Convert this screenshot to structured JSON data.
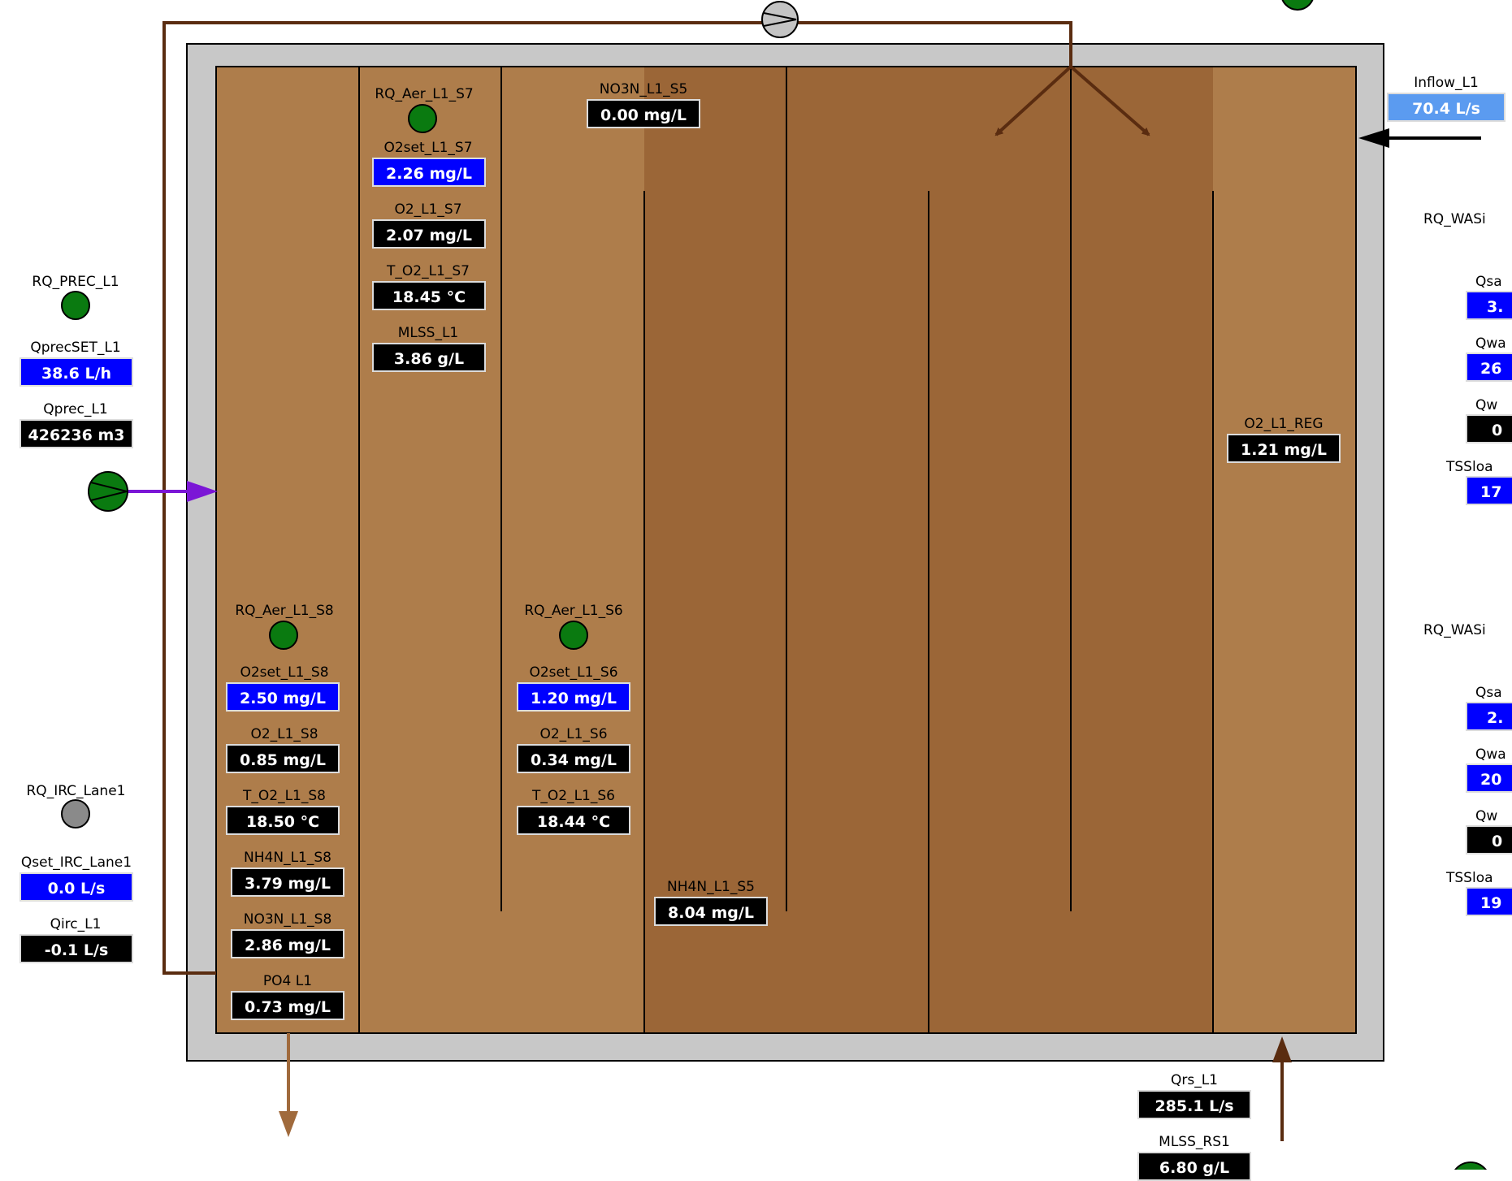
{
  "colors": {
    "tank_light": "#ae7d4b",
    "tank_dark": "#9b6637",
    "frame": "#c8c8c8",
    "pipe_brown": "#5a2c10",
    "pipe_light_brown": "#a06a3c",
    "pipe_purple": "#7b16d6",
    "status_green": "#0a7a10",
    "status_gray": "#8a8a8a",
    "setpoint_blue": "#0000ff",
    "inflow_blue": "#5b9bf0"
  },
  "icons": {
    "pump": "pump-icon",
    "status": "status-indicator-icon",
    "arrow": "flow-arrow-icon"
  },
  "left_panel": {
    "prec": {
      "label": "RQ_PREC_L1",
      "status": "green"
    },
    "qprec_set": {
      "label": "QprecSET_L1",
      "value": "38.6 L/h"
    },
    "qprec": {
      "label": "Qprec_L1",
      "value": "426236 m3"
    },
    "irc": {
      "label": "RQ_IRC_Lane1",
      "status": "gray"
    },
    "qset_irc": {
      "label": "Qset_IRC_Lane1",
      "value": "0.0 L/s"
    },
    "qirc": {
      "label": "Qirc_L1",
      "value": "-0.1 L/s"
    }
  },
  "s7": {
    "aer": {
      "label": "RQ_Aer_L1_S7",
      "status": "green"
    },
    "o2set": {
      "label": "O2set_L1_S7",
      "value": "2.26 mg/L"
    },
    "o2": {
      "label": "O2_L1_S7",
      "value": "2.07 mg/L"
    },
    "temp": {
      "label": "T_O2_L1_S7",
      "value": "18.45 °C"
    },
    "mlss": {
      "label": "MLSS_L1",
      "value": "3.86 g/L"
    }
  },
  "s5": {
    "no3": {
      "label": "NO3N_L1_S5",
      "value": "0.00 mg/L"
    },
    "nh4": {
      "label": "NH4N_L1_S5",
      "value": "8.04 mg/L"
    }
  },
  "s8": {
    "aer": {
      "label": "RQ_Aer_L1_S8",
      "status": "green"
    },
    "o2set": {
      "label": "O2set_L1_S8",
      "value": "2.50 mg/L"
    },
    "o2": {
      "label": "O2_L1_S8",
      "value": "0.85 mg/L"
    },
    "temp": {
      "label": "T_O2_L1_S8",
      "value": "18.50 °C"
    },
    "nh4": {
      "label": "NH4N_L1_S8",
      "value": "3.79 mg/L"
    },
    "no3": {
      "label": "NO3N_L1_S8",
      "value": "2.86 mg/L"
    },
    "po4": {
      "label": "PO4 L1",
      "value": "0.73 mg/L"
    }
  },
  "s6": {
    "aer": {
      "label": "RQ_Aer_L1_S6",
      "status": "green"
    },
    "o2set": {
      "label": "O2set_L1_S6",
      "value": "1.20 mg/L"
    },
    "o2": {
      "label": "O2_L1_S6",
      "value": "0.34 mg/L"
    },
    "temp": {
      "label": "T_O2_L1_S6",
      "value": "18.44 °C"
    }
  },
  "reg": {
    "label": "O2_L1_REG",
    "value": "1.21 mg/L"
  },
  "inflow": {
    "label": "Inflow_L1",
    "value": "70.4 L/s"
  },
  "right_panel": {
    "was1": {
      "label": "RQ_WASi",
      "items": [
        {
          "label": "Qsa",
          "value": "3.",
          "style": "blue"
        },
        {
          "label": "Qwa",
          "value": "26",
          "style": "blue"
        },
        {
          "label": "Qw",
          "value": "0",
          "style": "black"
        },
        {
          "label": "TSSloa",
          "value": "17",
          "style": "blue"
        }
      ]
    },
    "was2": {
      "label": "RQ_WASi",
      "items": [
        {
          "label": "Qsa",
          "value": "2.",
          "style": "blue"
        },
        {
          "label": "Qwa",
          "value": "20",
          "style": "blue"
        },
        {
          "label": "Qw",
          "value": "0",
          "style": "black"
        },
        {
          "label": "TSSloa",
          "value": "19",
          "style": "blue"
        }
      ]
    }
  },
  "bottom": {
    "qrs": {
      "label": "Qrs_L1",
      "value": "285.1 L/s"
    },
    "mlss_rs": {
      "label": "MLSS_RS1",
      "value": "6.80 g/L"
    }
  }
}
